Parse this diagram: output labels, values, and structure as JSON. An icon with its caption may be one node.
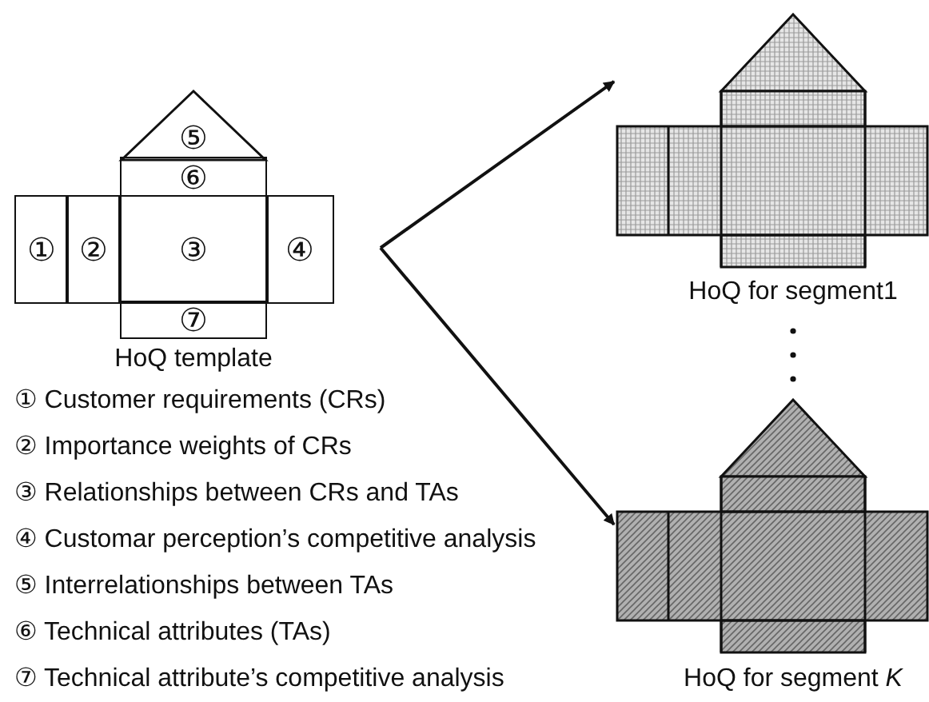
{
  "diagram": {
    "nodes": [
      {
        "text": [
          "⑤"
        ]
      },
      {
        "text": [
          "⑥"
        ]
      },
      {
        "text": [
          "①"
        ]
      },
      {
        "text": [
          "②"
        ]
      },
      {
        "text": [
          "③"
        ]
      },
      {
        "text": [
          "④"
        ]
      },
      {
        "text": [
          "⑦"
        ]
      },
      {
        "text": [],
        "shape": "picture",
        "beside": [
          "HoQ for segment1"
        ]
      },
      {
        "text": [],
        "shape": "picture",
        "beside": [
          "HoQ for segment *K*"
        ]
      }
    ],
    "edges": [
      {
        "from": null,
        "to": 7,
        "arrow": "to"
      },
      {
        "from": null,
        "to": 8,
        "arrow": "to"
      }
    ],
    "labels": [
      "HoQ template",
      "① Customer requirements (CRs)",
      "② Importance weights of CRs",
      "③ Relationships between CRs and TAs",
      "④ Customar perception’s competitive analysis",
      "⑤ Interrelationships between TAs",
      "⑥ Technical attributes (TAs)",
      "⑦ Technical attribute’s competitive analysis"
    ]
  }
}
